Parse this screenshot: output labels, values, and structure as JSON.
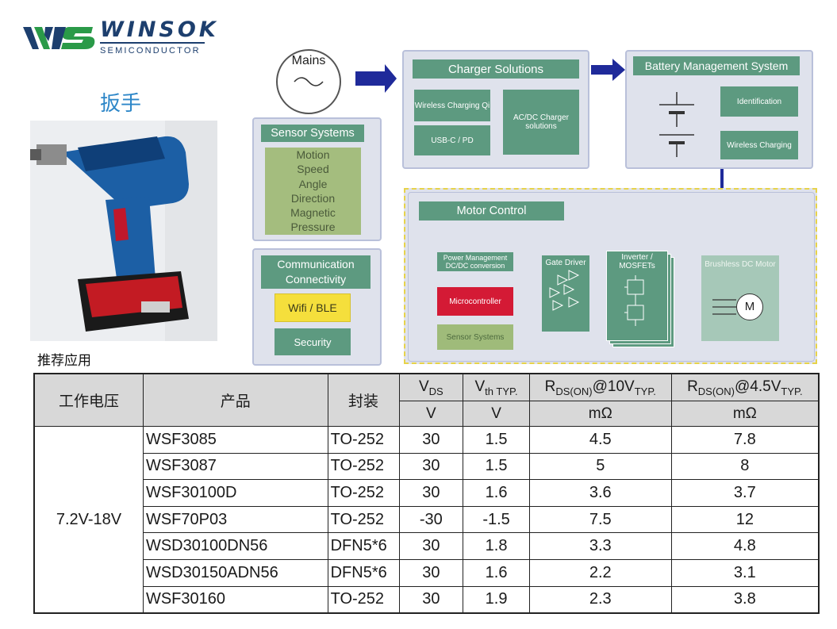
{
  "header": {
    "logo_text": "WINSOK",
    "logo_sub": "SEMICONDUCTOR",
    "product_name": "扳手",
    "recommend_label": "推荐应用"
  },
  "diagram": {
    "mains": "Mains",
    "charger": {
      "title": "Charger Solutions",
      "wireless": "Wireless Charging Qi",
      "usb": "USB-C / PD",
      "acdc": "AC/DC Charger solutions"
    },
    "bms": {
      "title": "Battery Management System",
      "identification": "Identification",
      "wireless": "Wireless Charging"
    },
    "sensor": {
      "title": "Sensor Systems",
      "items": [
        "Motion",
        "Speed",
        "Angle",
        "Direction",
        "Magnetic",
        "Pressure"
      ]
    },
    "comm": {
      "title": "Communication Connectivity",
      "wifi": "Wifi / BLE",
      "security": "Security"
    },
    "motor": {
      "title": "Motor Control",
      "power": "Power Management DC/DC conversion",
      "mcu": "Microcontroller",
      "sensor": "Sensor Systems",
      "gate": "Gate Driver",
      "inverter": "Inverter / MOSFETs",
      "bldc": "Brushless DC Motor",
      "motor_symbol": "M"
    },
    "colors": {
      "panel": "#dfe2ec",
      "block": "#5d9a80",
      "light_block": "#9fbb7a",
      "arrow": "#1f2a9a",
      "mcu": "#d41a35",
      "highlight": "#f5df3c"
    }
  },
  "table": {
    "headers": {
      "voltage": "工作电压",
      "product": "产品",
      "package": "封装",
      "vds": "V",
      "vds_sub": "DS",
      "vth": "V",
      "vth_sub": "th TYP.",
      "r10_pre": "R",
      "r10_sub": "DS(ON)",
      "r10_post": "@10V",
      "r10_sub2": "TYP.",
      "r45_pre": "R",
      "r45_sub": "DS(ON)",
      "r45_post": "@4.5V",
      "r45_sub2": "TYP."
    },
    "units": {
      "vds": "V",
      "vth": "V",
      "r10": "mΩ",
      "r45": "mΩ"
    },
    "voltage_range": "7.2V-18V",
    "rows": [
      {
        "product": "WSF3085",
        "package": "TO-252",
        "vds": "30",
        "vth": "1.5",
        "r10": "4.5",
        "r45": "7.8"
      },
      {
        "product": "WSF3087",
        "package": "TO-252",
        "vds": "30",
        "vth": "1.5",
        "r10": "5",
        "r45": "8"
      },
      {
        "product": "WSF30100D",
        "package": "TO-252",
        "vds": "30",
        "vth": "1.6",
        "r10": "3.6",
        "r45": "3.7"
      },
      {
        "product": "WSF70P03",
        "package": "TO-252",
        "vds": "-30",
        "vth": "-1.5",
        "r10": "7.5",
        "r45": "12"
      },
      {
        "product": "WSD30100DN56",
        "package": "DFN5*6",
        "vds": "30",
        "vth": "1.8",
        "r10": "3.3",
        "r45": "4.8"
      },
      {
        "product": "WSD30150ADN56",
        "package": "DFN5*6",
        "vds": "30",
        "vth": "1.6",
        "r10": "2.2",
        "r45": "3.1"
      },
      {
        "product": "WSF30160",
        "package": "TO-252",
        "vds": "30",
        "vth": "1.9",
        "r10": "2.3",
        "r45": "3.8"
      }
    ]
  }
}
